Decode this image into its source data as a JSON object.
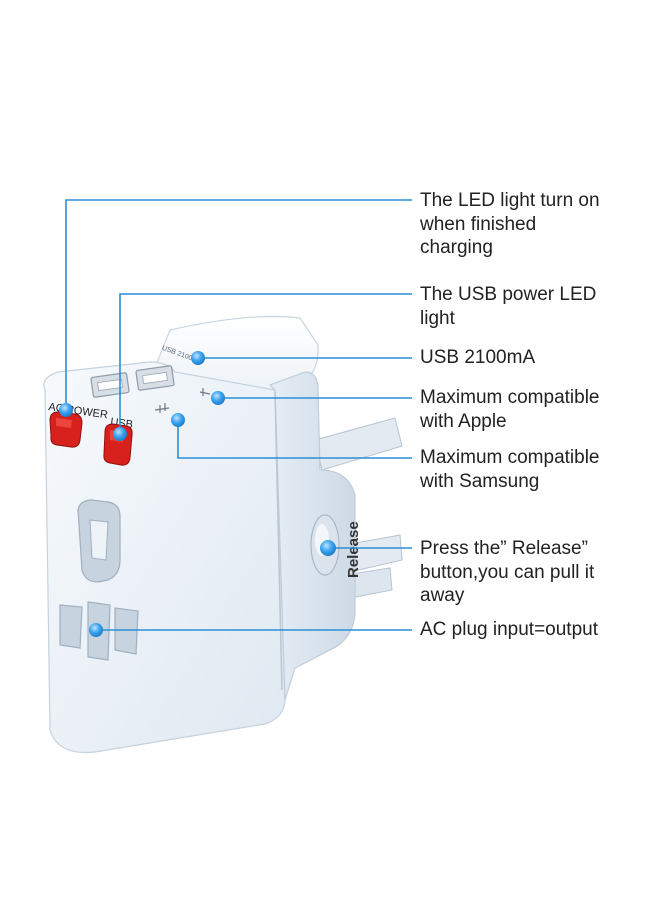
{
  "colors": {
    "leader_line": "#2a8fd6",
    "dot": "#3aa3f0",
    "text": "#222222",
    "device_body": "#eef3f8",
    "indicator_red": "#d8211c"
  },
  "device": {
    "ac_power_label": "AC POWER",
    "usb_label": "USB",
    "usb_rating_print": "USB 2100mA",
    "release_button_label": "Release"
  },
  "callouts": [
    {
      "lines": [
        "The LED light turn on",
        "when finished",
        "charging"
      ]
    },
    {
      "lines": [
        "The USB power LED",
        "light"
      ]
    },
    {
      "lines": [
        "USB 2100mA"
      ]
    },
    {
      "lines": [
        "Maximum compatible",
        "with Apple"
      ]
    },
    {
      "lines": [
        "Maximum compatible",
        "with Samsung"
      ]
    },
    {
      "lines": [
        "Press the” Release”",
        "button,you can pull it",
        "away"
      ]
    },
    {
      "lines": [
        "AC plug input=output"
      ]
    }
  ]
}
